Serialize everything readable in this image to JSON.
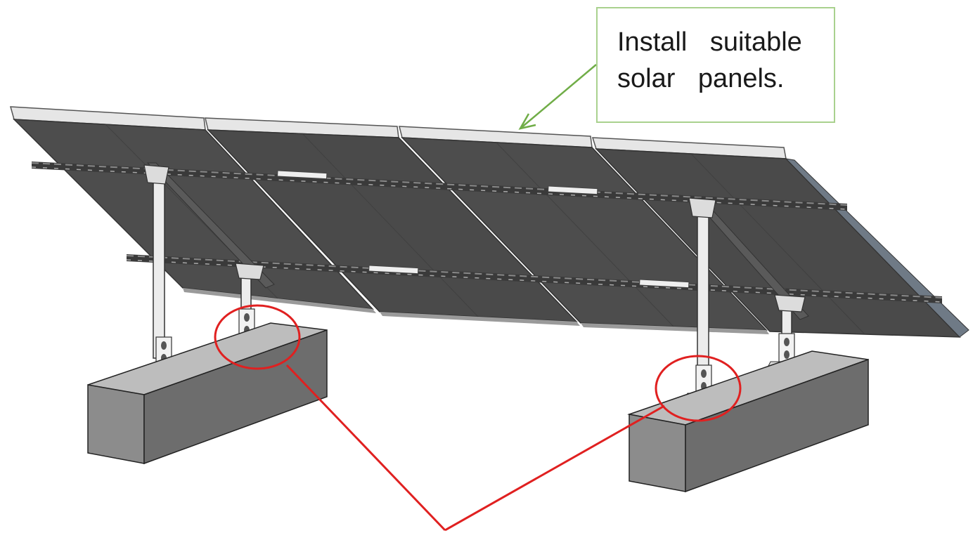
{
  "callout": {
    "lines": [
      "Install suitable",
      "solar panels."
    ],
    "border_color": "#a9d18e",
    "arrow_color": "#70ad47"
  },
  "highlight": {
    "color": "#e02020",
    "circles": 2
  },
  "colors": {
    "panel_face": "#4a4a4a",
    "panel_frame": "#d8d8d8",
    "concrete": "#8a8a8a",
    "rail": "#3a3a3a",
    "steel": "#e8e8e8"
  },
  "icons": [
    "solar-panel-array",
    "concrete-ballast-block",
    "support-post",
    "bolt-connector-plate"
  ]
}
